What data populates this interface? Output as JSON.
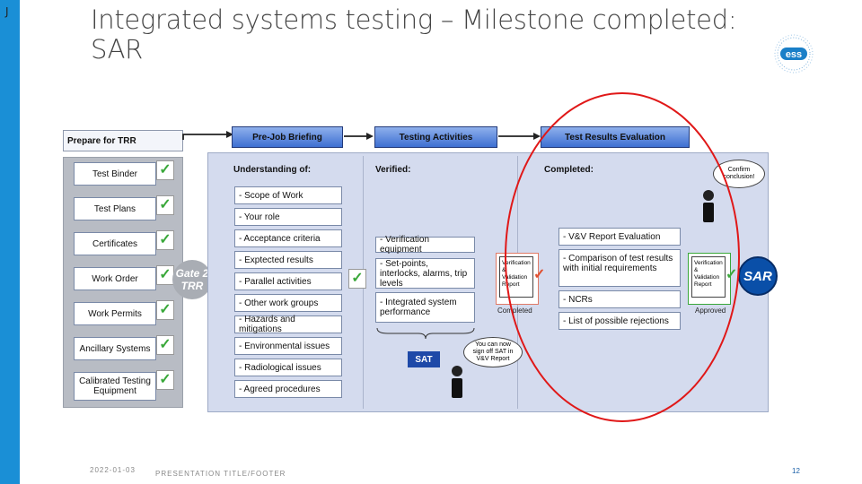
{
  "corner_mark": "J",
  "slide": {
    "title": "Integrated systems testing – Milestone completed: SAR"
  },
  "footer": {
    "date": "2022-01-03",
    "presentation_title": "PRESENTATION TITLE/FOOTER",
    "page_number": "12"
  },
  "logo_text": "ess",
  "diagram": {
    "prepare_header": "Prepare for TRR",
    "prepare_items": [
      "Test Binder",
      "Test Plans",
      "Certificates",
      "Work Order",
      "Work Permits",
      "Ancillary Systems",
      "Calibrated Testing Equipment"
    ],
    "gate_label_line1": "Gate 2",
    "gate_label_line2": "TRR",
    "phase_headers": [
      "Pre-Job Briefing",
      "Testing Activities",
      "Test Results Evaluation"
    ],
    "understanding_header": "Understanding of:",
    "understanding_items": [
      "- Scope of Work",
      "- Your role",
      "- Acceptance criteria",
      "- Exptected results",
      "- Parallel activities",
      "- Other work groups",
      "- Hazards and mitigations",
      "- Environmental issues",
      "- Radiological issues",
      "- Agreed procedures"
    ],
    "verified_header": "Verified:",
    "verified_items": [
      "- Verification equipment",
      "- Set-points, interlocks, alarms, trip levels",
      "- Integrated system performance"
    ],
    "sat_label": "SAT",
    "speech_left": "You can now sign off SAT in V&V Report",
    "completed_header": "Completed:",
    "completed_items": [
      "- V&V Report Evaluation",
      "- Comparison of test results with initial requirements",
      "- NCRs",
      "- List of possible rejections"
    ],
    "report_doc_text": "Verification & Validation Report",
    "report_completed_label": "Completed",
    "report_approved_label": "Approved",
    "speech_right": "Confirm conclusion!",
    "sar_label": "SAR",
    "colors": {
      "accent_blue": "#1a8fd6",
      "panel_bg": "#d4dbee",
      "header_blue": "#3d6fd2",
      "check_green": "#3aa83a",
      "circle_red": "#e01818",
      "sar_badge": "#0a4fa8"
    }
  }
}
